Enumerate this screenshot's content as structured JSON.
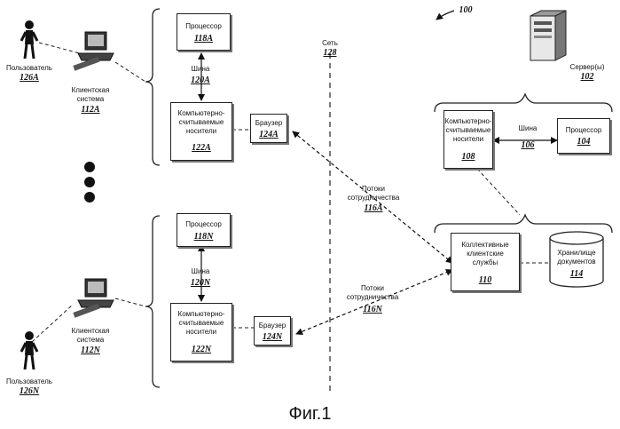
{
  "figure": {
    "ref": "100",
    "caption": "Фиг.1"
  },
  "network": {
    "label": "Сеть",
    "ref": "128"
  },
  "clients": [
    {
      "user_label": "Пользователь",
      "user_ref": "126A",
      "system_line1": "Клиентская",
      "system_line2": "система",
      "system_ref": "112A",
      "processor_label": "Процессор",
      "processor_ref": "118A",
      "bus_label": "Шина",
      "bus_ref": "120A",
      "media_line1": "Компьютерно-",
      "media_line2": "считываемые",
      "media_line3": "носители",
      "media_ref": "122A",
      "browser_label": "Браузер",
      "browser_ref": "124A"
    },
    {
      "user_label": "Пользователь",
      "user_ref": "126N",
      "system_line1": "Клиентская",
      "system_line2": "система",
      "system_ref": "112N",
      "processor_label": "Процессор",
      "processor_ref": "118N",
      "bus_label": "Шина",
      "bus_ref": "120N",
      "media_line1": "Компьютерно-",
      "media_line2": "считываемые",
      "media_line3": "носители",
      "media_ref": "122N",
      "browser_label": "Браузер",
      "browser_ref": "124N"
    }
  ],
  "streams": [
    {
      "line1": "Потоки",
      "line2": "сотрудничества",
      "ref": "116A"
    },
    {
      "line1": "Потоки",
      "line2": "сотрудничества",
      "ref": "116N"
    }
  ],
  "server": {
    "label": "Сервер(ы)",
    "ref": "102",
    "media_line1": "Компьютерно-",
    "media_line2": "считываемые",
    "media_line3": "носители",
    "media_ref": "108",
    "bus_label": "Шина",
    "bus_ref": "106",
    "processor_label": "Процессор",
    "processor_ref": "104"
  },
  "services": {
    "line1": "Коллективные",
    "line2": "клиентские",
    "line3": "службы",
    "ref": "110"
  },
  "storage": {
    "line1": "Хранилище",
    "line2": "документов",
    "ref": "114"
  }
}
